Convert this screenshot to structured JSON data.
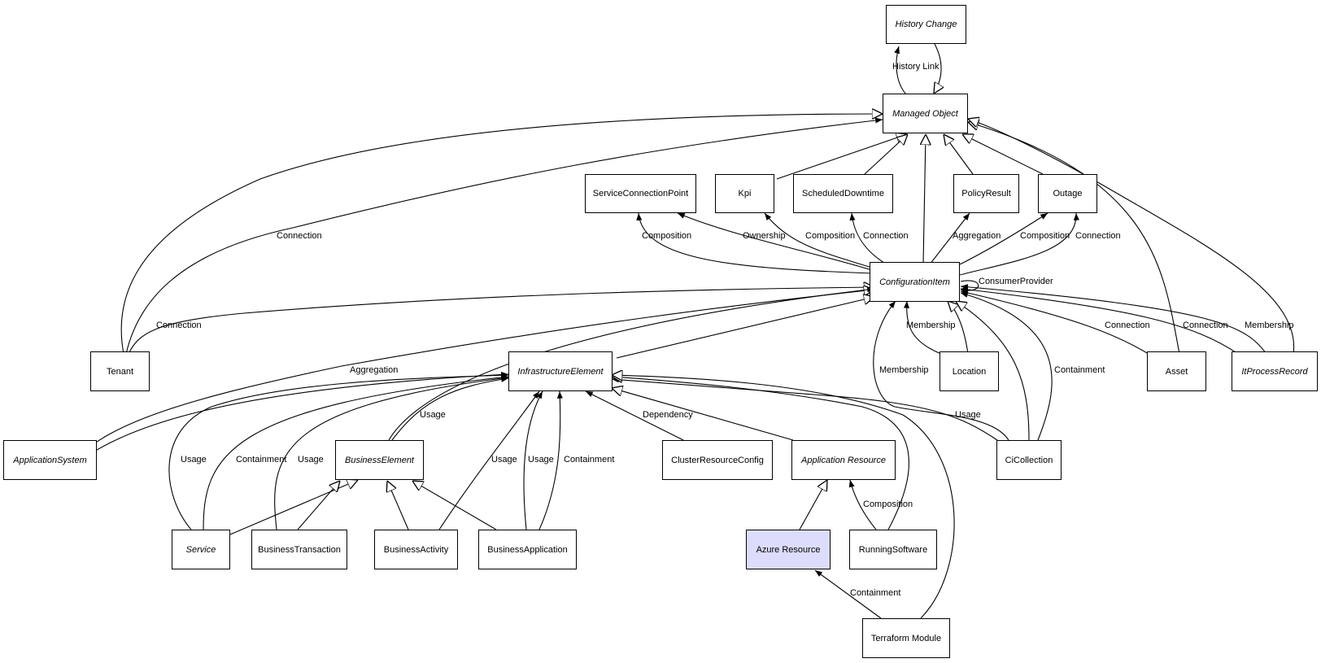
{
  "diagram": {
    "type": "uml-class-diagram",
    "highlight_color": "#dcdcfc",
    "nodes": {
      "history_change": {
        "label": "History Change",
        "abstract": true
      },
      "managed_object": {
        "label": "Managed Object",
        "abstract": true
      },
      "service_connection_point": {
        "label": "ServiceConnectionPoint",
        "abstract": false
      },
      "kpi": {
        "label": "Kpi",
        "abstract": false
      },
      "scheduled_downtime": {
        "label": "ScheduledDowntime",
        "abstract": false
      },
      "policy_result": {
        "label": "PolicyResult",
        "abstract": false
      },
      "outage": {
        "label": "Outage",
        "abstract": false
      },
      "configuration_item": {
        "label": "ConfigurationItem",
        "abstract": true
      },
      "tenant": {
        "label": "Tenant",
        "abstract": false
      },
      "infrastructure_element": {
        "label": "InfrastructureElement",
        "abstract": true
      },
      "location": {
        "label": "Location",
        "abstract": false
      },
      "asset": {
        "label": "Asset",
        "abstract": false
      },
      "it_process_record": {
        "label": "ItProcessRecord",
        "abstract": true
      },
      "application_system": {
        "label": "ApplicationSystem",
        "abstract": true
      },
      "business_element": {
        "label": "BusinessElement",
        "abstract": true
      },
      "cluster_resource_config": {
        "label": "ClusterResourceConfig",
        "abstract": false
      },
      "application_resource": {
        "label": "Application Resource",
        "abstract": true
      },
      "ci_collection": {
        "label": "CiCollection",
        "abstract": false
      },
      "service": {
        "label": "Service",
        "abstract": true
      },
      "business_transaction": {
        "label": "BusinessTransaction",
        "abstract": false
      },
      "business_activity": {
        "label": "BusinessActivity",
        "abstract": false
      },
      "business_application": {
        "label": "BusinessApplication",
        "abstract": false
      },
      "azure_resource": {
        "label": "Azure Resource",
        "abstract": false,
        "highlighted": true
      },
      "running_software": {
        "label": "RunningSoftware",
        "abstract": false
      },
      "terraform_module": {
        "label": "Terraform Module",
        "abstract": false
      }
    },
    "edge_labels": {
      "history_link": "History Link",
      "tenant_mo_connection": "Connection",
      "tenant_ci_connection": "Connection",
      "scp_composition": "Composition",
      "scp_ownership": "Ownership",
      "kpi_composition": "Composition",
      "sd_connection": "Connection",
      "pr_aggregation": "Aggregation",
      "outage_composition": "Composition",
      "outage_connection": "Connection",
      "consumer_provider": "ConsumerProvider",
      "location_membership": "Membership",
      "cicoll_membership": "Membership",
      "cicoll_containment": "Containment",
      "asset_connection": "Connection",
      "itpr_connection": "Connection",
      "itpr_membership": "Membership",
      "appsys_aggregation": "Aggregation",
      "service_usage": "Usage",
      "service_containment": "Containment",
      "bt_usage": "Usage",
      "be_usage": "Usage",
      "ba_usage": "Usage",
      "bapp_usage": "Usage",
      "bapp_containment": "Containment",
      "crc_dependency": "Dependency",
      "cicoll_usage": "Usage",
      "rs_composition": "Composition",
      "tm_containment": "Containment"
    }
  }
}
